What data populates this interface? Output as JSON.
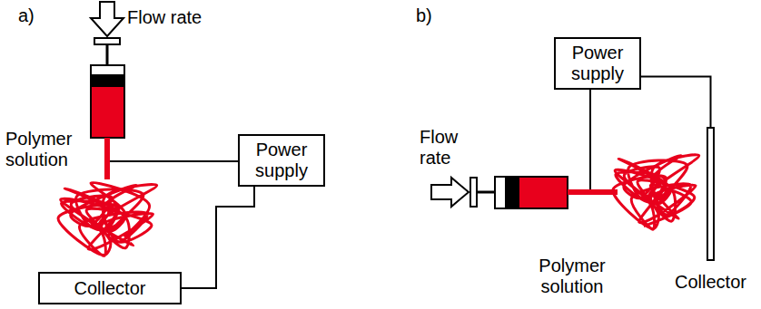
{
  "diagram": {
    "nodes": [
      {
        "text": [
          "Power supply"
        ]
      },
      {
        "text": [
          "Collector"
        ]
      },
      {
        "text": [
          "Power supply"
        ]
      },
      {
        "text": [
          "Collector"
        ]
      }
    ],
    "edges": [
      {
        "from": 0,
        "to": 1,
        "arrow": "none"
      },
      {
        "from": 2,
        "to": 3,
        "arrow": "none"
      }
    ],
    "labels": [
      "a)",
      "Flow rate",
      "Polymer solution",
      "b)",
      "Flow rate",
      "Polymer solution"
    ]
  }
}
